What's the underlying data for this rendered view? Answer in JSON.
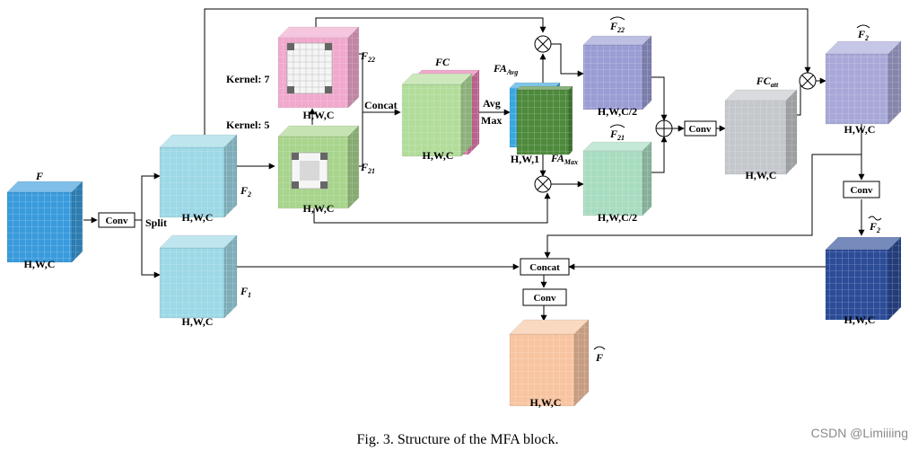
{
  "blocks": {
    "input": {
      "name": "F",
      "dims": "H,W,C",
      "color": "#3a9bdc"
    },
    "f2": {
      "name": "F",
      "sub": "2",
      "dims": "H,W,C",
      "color": "#9cd8e6"
    },
    "f1": {
      "name": "F",
      "sub": "1",
      "dims": "H,W,C",
      "color": "#9cd8e6"
    },
    "f22": {
      "name": "F",
      "sub": "22",
      "dims": "H,W,C",
      "kernel": "Kernel: 7",
      "color": "#f0a8cc"
    },
    "f21": {
      "name": "F",
      "sub": "21",
      "dims": "H,W,C",
      "kernel": "Kernel: 5",
      "color": "#a8d48c"
    },
    "fc": {
      "name": "FC",
      "dims": "H,W,C",
      "color": "#b2dc9a"
    },
    "fa": {
      "avg_name": "FA",
      "avg_sub": "Avg",
      "max_name": "FA",
      "max_sub": "Max",
      "dims": "H,W,1",
      "avg_color": "#3aa8e0",
      "max_color": "#4e8a3c"
    },
    "f22_hat": {
      "name": "F",
      "sub": "22",
      "dims": "H,W,C/2",
      "color": "#9a9cd4"
    },
    "f21_hat": {
      "name": "F",
      "sub": "21",
      "dims": "H,W,C/2",
      "color": "#a8dcc0"
    },
    "fc_att": {
      "name": "FC",
      "sub": "att",
      "dims": "H,W,C",
      "color": "#c4c8cc"
    },
    "f2_hat": {
      "name": "F",
      "sub": "2",
      "dims": "H,W,C",
      "color": "#a8a8d8"
    },
    "f2_tilde": {
      "name": "F",
      "sub": "2",
      "dims": "H,W,C",
      "color": "#2c4c98"
    },
    "output": {
      "name": "F",
      "dims": "H,W,C",
      "color": "#f8c4a0"
    }
  },
  "ops": {
    "conv_in": "Conv",
    "split": "Split",
    "concat_top": "Concat",
    "avg": "Avg",
    "max": "Max",
    "conv_mid": "Conv",
    "conv_right": "Conv",
    "concat_bottom": "Concat",
    "conv_out": "Conv"
  },
  "caption": "Fig. 3.   Structure of the MFA block.",
  "watermark": "CSDN @Limiiiing"
}
